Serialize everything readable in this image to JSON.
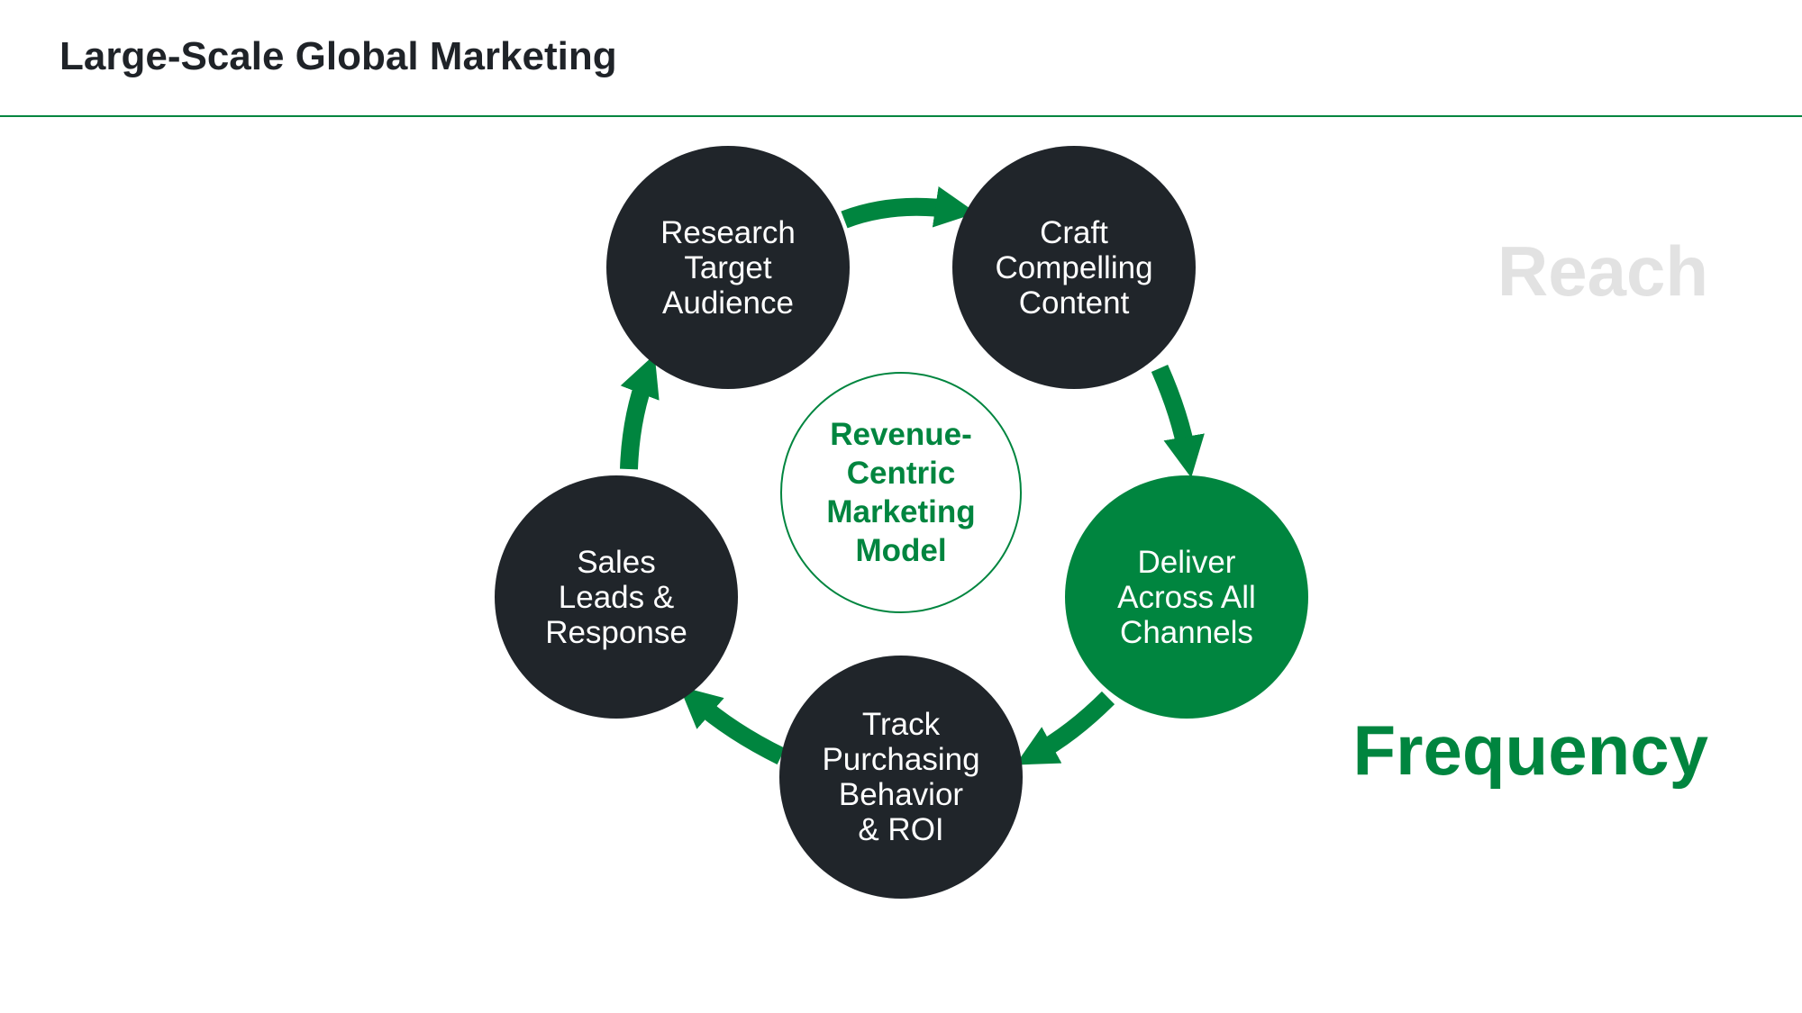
{
  "header": {
    "title": "Large-Scale Global Marketing"
  },
  "diagram": {
    "center_label": "Revenue-\nCentric\nMarketing\nModel",
    "steps": [
      {
        "label": "Research\nTarget\nAudience",
        "fill": "dark"
      },
      {
        "label": "Craft\nCompelling\nContent",
        "fill": "dark"
      },
      {
        "label": "Deliver\nAcross All\nChannels",
        "fill": "green"
      },
      {
        "label": "Track\nPurchasing\nBehavior\n& ROI",
        "fill": "dark"
      },
      {
        "label": "Sales\nLeads &\nResponse",
        "fill": "dark"
      }
    ]
  },
  "side_labels": {
    "reach": "Reach",
    "frequency": "Frequency"
  },
  "colors": {
    "accent_green": "#00853f",
    "node_dark": "#20252a",
    "muted_text": "#e2e2e2",
    "title_text": "#1f2328"
  }
}
